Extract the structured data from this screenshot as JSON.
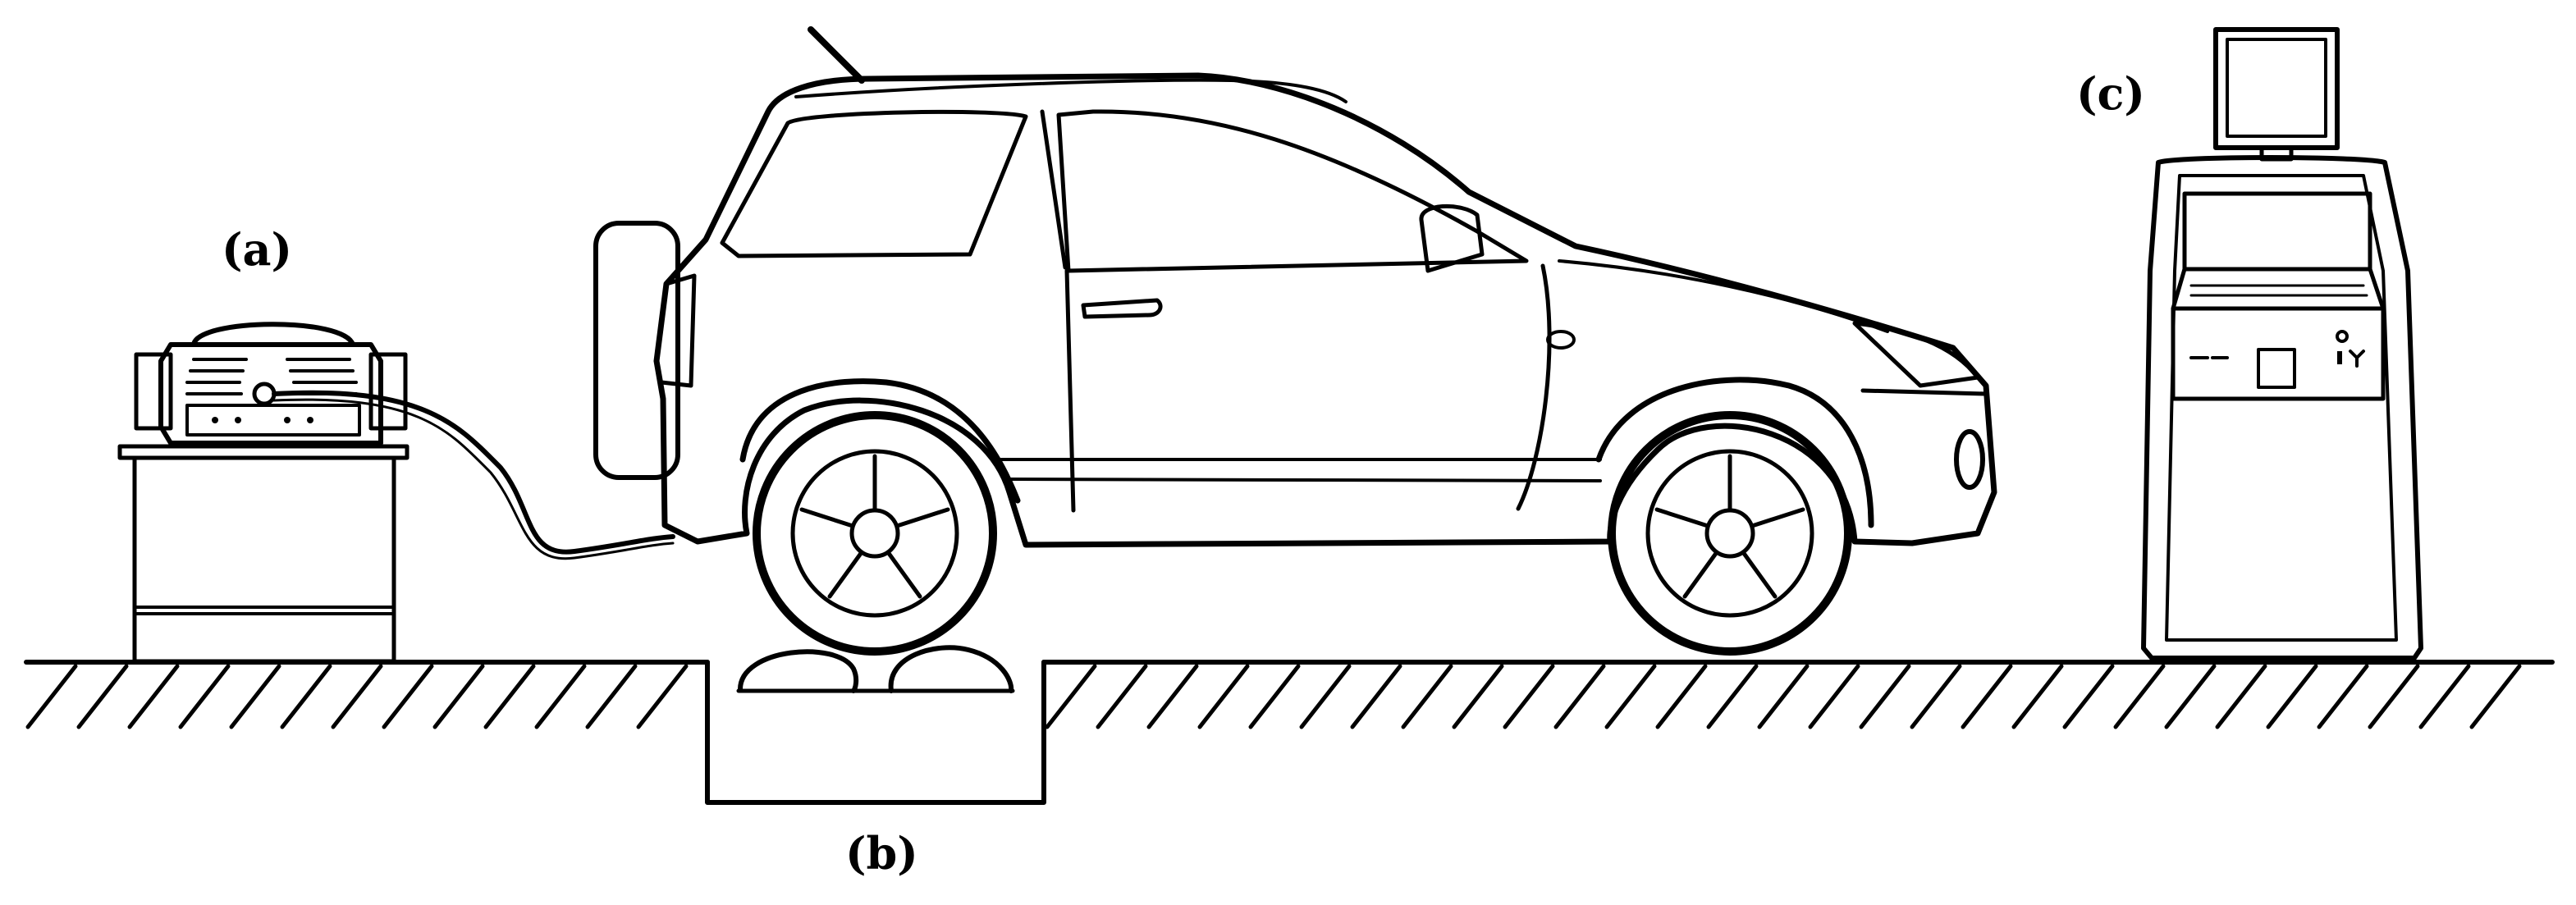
{
  "labels": {
    "a": "(a)",
    "b": "(b)",
    "c": "(c)"
  },
  "colors": {
    "line": "#000000",
    "background": "#ffffff"
  }
}
